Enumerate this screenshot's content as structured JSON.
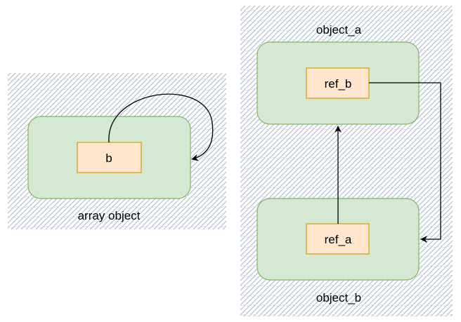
{
  "left_group": {
    "label": "array object",
    "inner_text": "b"
  },
  "right_group": {
    "top_label": "object_a",
    "bottom_label": "object_b",
    "top_inner_text": "ref_b",
    "bottom_inner_text": "ref_a"
  },
  "colors": {
    "hatch_stroke": "#aab8c8",
    "container_fill": "#d5e8d4",
    "container_stroke": "#82b366",
    "ref_fill": "#ffe6cc",
    "ref_stroke": "#d79b00",
    "arrow": "#000000"
  }
}
